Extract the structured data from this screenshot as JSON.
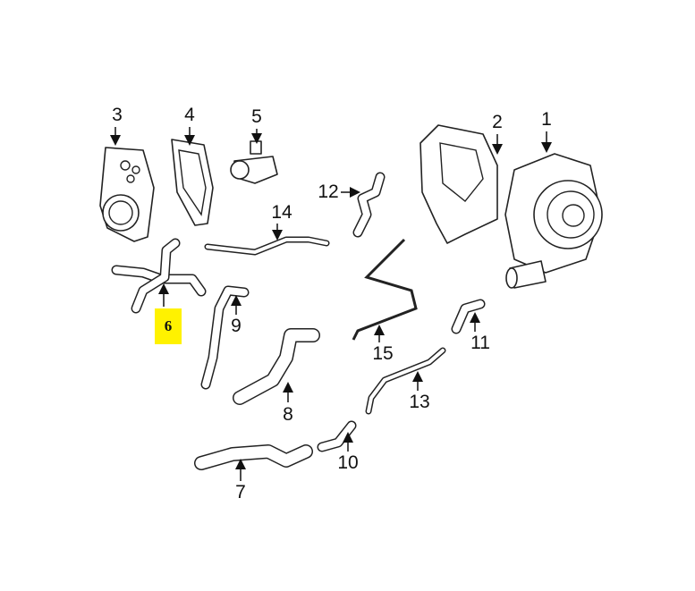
{
  "diagram": {
    "highlight_color": "#fff200",
    "highlighted_callout": "6",
    "callouts": [
      {
        "id": "1",
        "label": "1"
      },
      {
        "id": "2",
        "label": "2"
      },
      {
        "id": "3",
        "label": "3"
      },
      {
        "id": "4",
        "label": "4"
      },
      {
        "id": "5",
        "label": "5"
      },
      {
        "id": "6",
        "label": "6"
      },
      {
        "id": "7",
        "label": "7"
      },
      {
        "id": "8",
        "label": "8"
      },
      {
        "id": "9",
        "label": "9"
      },
      {
        "id": "10",
        "label": "10"
      },
      {
        "id": "11",
        "label": "11"
      },
      {
        "id": "12",
        "label": "12"
      },
      {
        "id": "13",
        "label": "13"
      },
      {
        "id": "14",
        "label": "14"
      },
      {
        "id": "15",
        "label": "15"
      }
    ]
  }
}
